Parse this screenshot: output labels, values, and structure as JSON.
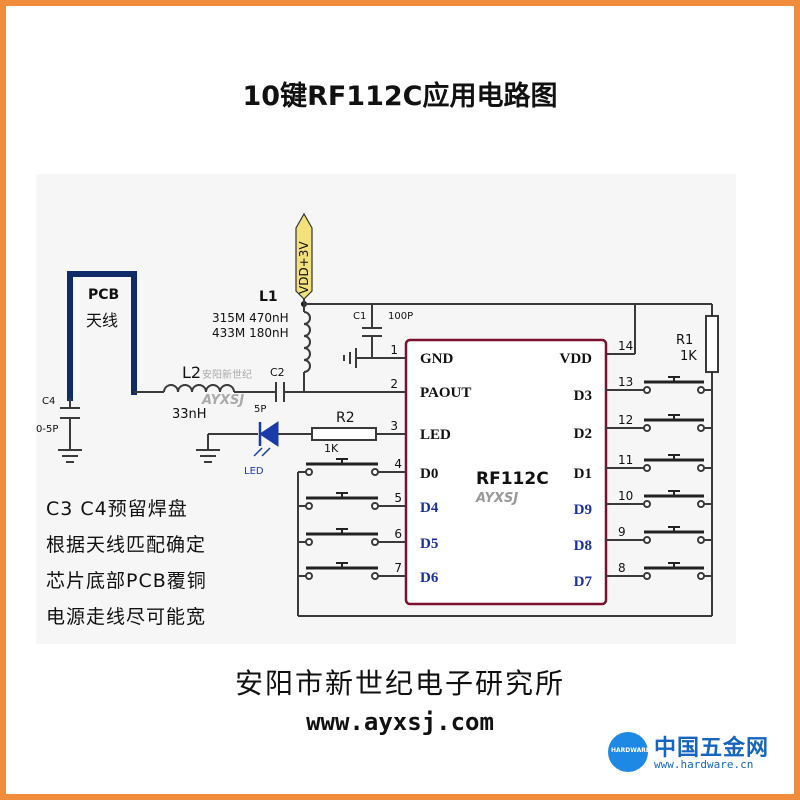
{
  "title": "10键RF112C应用电路图",
  "supply": "VDD+3V",
  "antenna": {
    "label_top": "PCB",
    "label_bottom": "天线"
  },
  "inductor_l1": {
    "name": "L1",
    "spec1": "315M 470nH",
    "spec2": "433M 180nH"
  },
  "inductor_l2": {
    "name": "L2",
    "value": "33nH"
  },
  "cap_c1": {
    "name": "C1",
    "value": "100P"
  },
  "cap_c2": {
    "name": "C2",
    "value": "5P"
  },
  "cap_c4": {
    "name": "C4",
    "value": "0-5P"
  },
  "resistor_r1": {
    "name": "R1",
    "value": "1K"
  },
  "resistor_r2": {
    "name": "R2",
    "value": "1K"
  },
  "led": {
    "label": "LED"
  },
  "chip": {
    "name": "RF112C",
    "left_pins": [
      {
        "num": "1",
        "name": "GND"
      },
      {
        "num": "2",
        "name": "PAOUT"
      },
      {
        "num": "3",
        "name": "LED"
      },
      {
        "num": "4",
        "name": "D0"
      },
      {
        "num": "5",
        "name": "D4"
      },
      {
        "num": "6",
        "name": "D5"
      },
      {
        "num": "7",
        "name": "D6"
      }
    ],
    "right_pins": [
      {
        "num": "14",
        "name": "VDD"
      },
      {
        "num": "13",
        "name": "D3"
      },
      {
        "num": "12",
        "name": "D2"
      },
      {
        "num": "11",
        "name": "D1"
      },
      {
        "num": "10",
        "name": "D9"
      },
      {
        "num": "9",
        "name": "D8"
      },
      {
        "num": "8",
        "name": "D7"
      }
    ]
  },
  "notes": [
    "C3 C4预留焊盘",
    "根据天线匹配确定",
    "芯片底部PCB覆铜",
    "电源走线尽可能宽"
  ],
  "footer": {
    "org": "安阳市新世纪电子研究所",
    "url": "www.ayxsj.com"
  },
  "watermark": {
    "logo_text": "AYXSJ",
    "logo_sub": "安阳新世纪",
    "site_name": "中国五金网",
    "site_url": "www.hardware.cn",
    "site_badge": "HARDWARE"
  }
}
